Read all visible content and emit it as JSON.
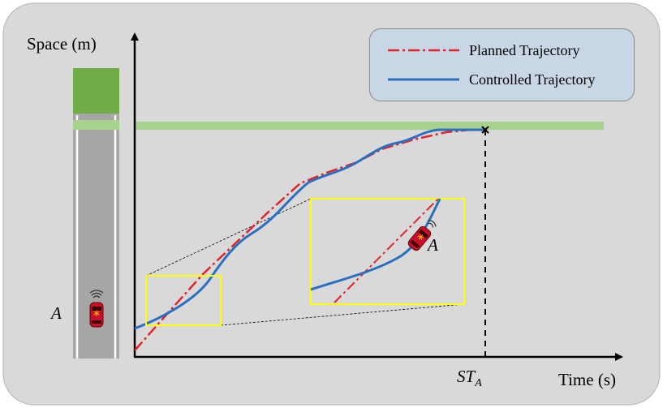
{
  "axes": {
    "y_label": "Space (m)",
    "x_label": "Time (s)",
    "st_label_main": "ST",
    "st_label_sub": "A"
  },
  "legend": {
    "items": [
      {
        "label": "Planned Trajectory",
        "color": "#e0242a",
        "style": "dash-dot"
      },
      {
        "label": "Controlled Trajectory",
        "color": "#2a6fc0",
        "style": "solid"
      }
    ]
  },
  "vehicle": {
    "road_label": "A",
    "zoom_label": "A",
    "body_color": "#c8102e",
    "star_color": "#ffd400"
  },
  "colors": {
    "panel_background": "#d9d9d9",
    "target_band": "#a9d18e",
    "target_block": "#70ad47",
    "road": "#a6a6a6",
    "zoom_box": "#ffff00"
  }
}
